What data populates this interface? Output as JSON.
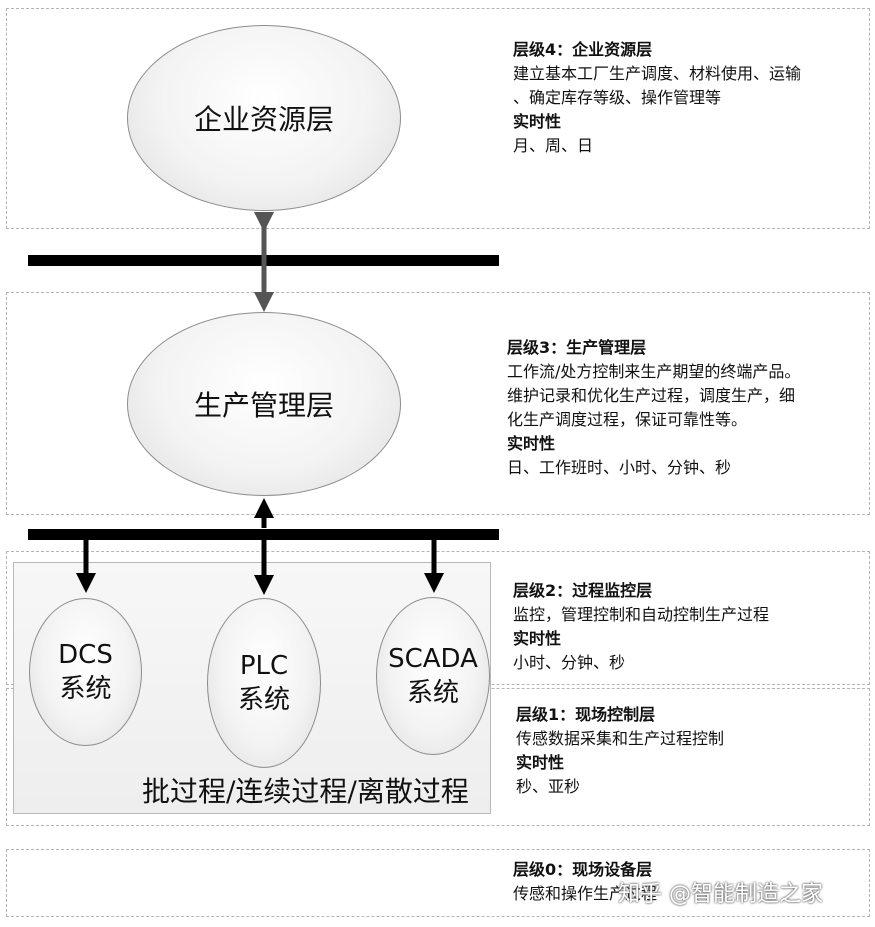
{
  "nodes": {
    "erp": "企业资源层",
    "mes": "生产管理层",
    "dcs": {
      "line1": "DCS",
      "line2": "系统"
    },
    "plc": {
      "line1": "PLC",
      "line2": "系统"
    },
    "scada": {
      "line1": "SCADA",
      "line2": "系统"
    }
  },
  "process_label": "批过程/连续过程/离散过程",
  "levels": {
    "l4": {
      "title": "层级4：企业资源层",
      "desc": [
        "建立基本工厂生产调度、材料使用、运输",
        "、确定库存等级、操作管理等"
      ],
      "rt_label": "实时性",
      "rt": "月、周、日"
    },
    "l3": {
      "title": "层级3：生产管理层",
      "desc": [
        "工作流/处方控制来生产期望的终端产品。",
        "维护记录和优化生产过程，调度生产，细",
        "化生产调度过程，保证可靠性等。"
      ],
      "rt_label": "实时性",
      "rt": "日、工作班时、小时、分钟、秒"
    },
    "l2": {
      "title": "层级2：过程监控层",
      "desc": [
        "监控，管理控制和自动控制生产过程"
      ],
      "rt_label": "实时性",
      "rt": "小时、分钟、秒"
    },
    "l1": {
      "title": "层级1：现场控制层",
      "desc": [
        "传感数据采集和生产过程控制"
      ],
      "rt_label": "实时性",
      "rt": "秒、亚秒"
    },
    "l0": {
      "title": "层级0：现场设备层",
      "desc": [
        "传感和操作生产过程"
      ]
    }
  },
  "watermark": "知乎 @智能制造之家"
}
